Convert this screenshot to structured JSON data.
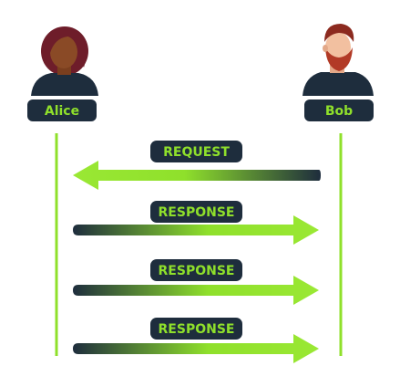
{
  "participants": {
    "left": {
      "name": "Alice",
      "icon": "woman-avatar-icon"
    },
    "right": {
      "name": "Bob",
      "icon": "bearded-man-avatar-icon"
    }
  },
  "messages": [
    {
      "label": "REQUEST",
      "direction": "right-to-left"
    },
    {
      "label": "RESPONSE",
      "direction": "left-to-right"
    },
    {
      "label": "RESPONSE",
      "direction": "left-to-right"
    },
    {
      "label": "RESPONSE",
      "direction": "left-to-right"
    }
  ],
  "colors": {
    "accent": "#8fe02b",
    "dark": "#1e2d3d",
    "skin_left": "#8a4a26",
    "hair_left": "#6e1d2a",
    "skin_right": "#f2c0a0",
    "hair_right": "#8c2a1f",
    "beard_right": "#b23a26"
  }
}
